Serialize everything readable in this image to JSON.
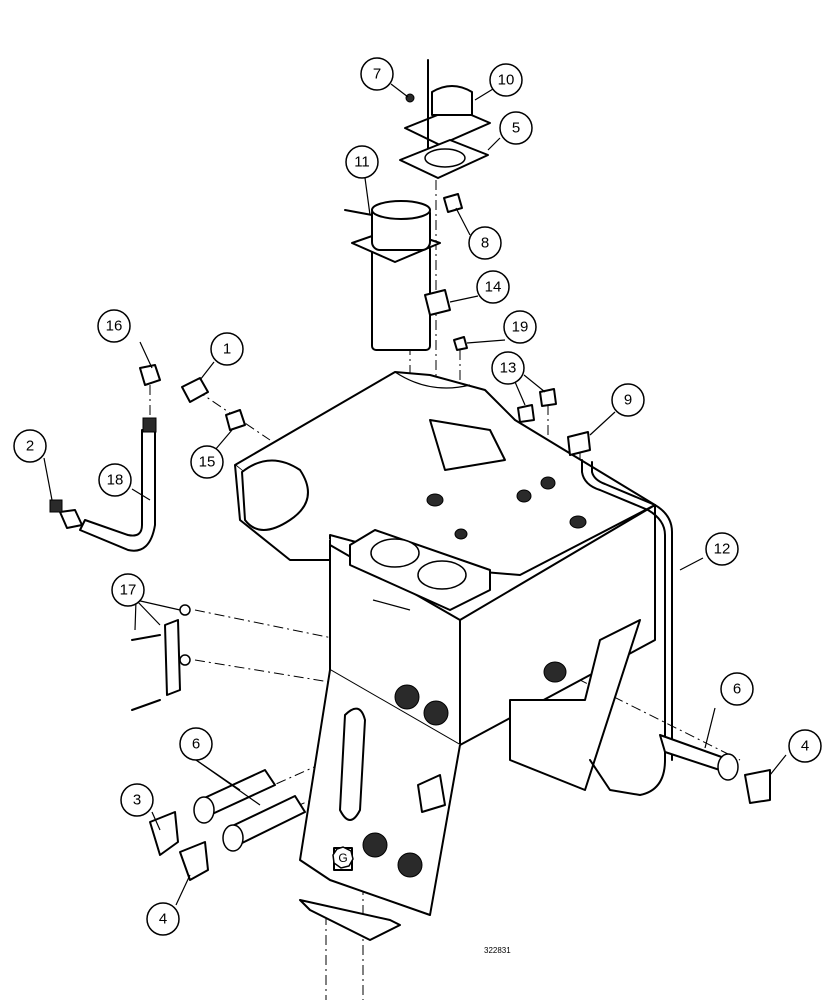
{
  "drawing": {
    "number": "322831",
    "callouts": [
      {
        "id": "c1",
        "label": "1"
      },
      {
        "id": "c2",
        "label": "2"
      },
      {
        "id": "c3",
        "label": "3"
      },
      {
        "id": "c4a",
        "label": "4"
      },
      {
        "id": "c4b",
        "label": "4"
      },
      {
        "id": "c5",
        "label": "5"
      },
      {
        "id": "c6a",
        "label": "6"
      },
      {
        "id": "c6b",
        "label": "6"
      },
      {
        "id": "c7",
        "label": "7"
      },
      {
        "id": "c8",
        "label": "8"
      },
      {
        "id": "c9",
        "label": "9"
      },
      {
        "id": "c10",
        "label": "10"
      },
      {
        "id": "c11",
        "label": "11"
      },
      {
        "id": "c12",
        "label": "12"
      },
      {
        "id": "c13",
        "label": "13"
      },
      {
        "id": "c14",
        "label": "14"
      },
      {
        "id": "c15",
        "label": "15"
      },
      {
        "id": "c16",
        "label": "16"
      },
      {
        "id": "c17",
        "label": "17"
      },
      {
        "id": "c18",
        "label": "18"
      },
      {
        "id": "c19",
        "label": "19"
      },
      {
        "id": "cG",
        "label": "G"
      }
    ]
  }
}
